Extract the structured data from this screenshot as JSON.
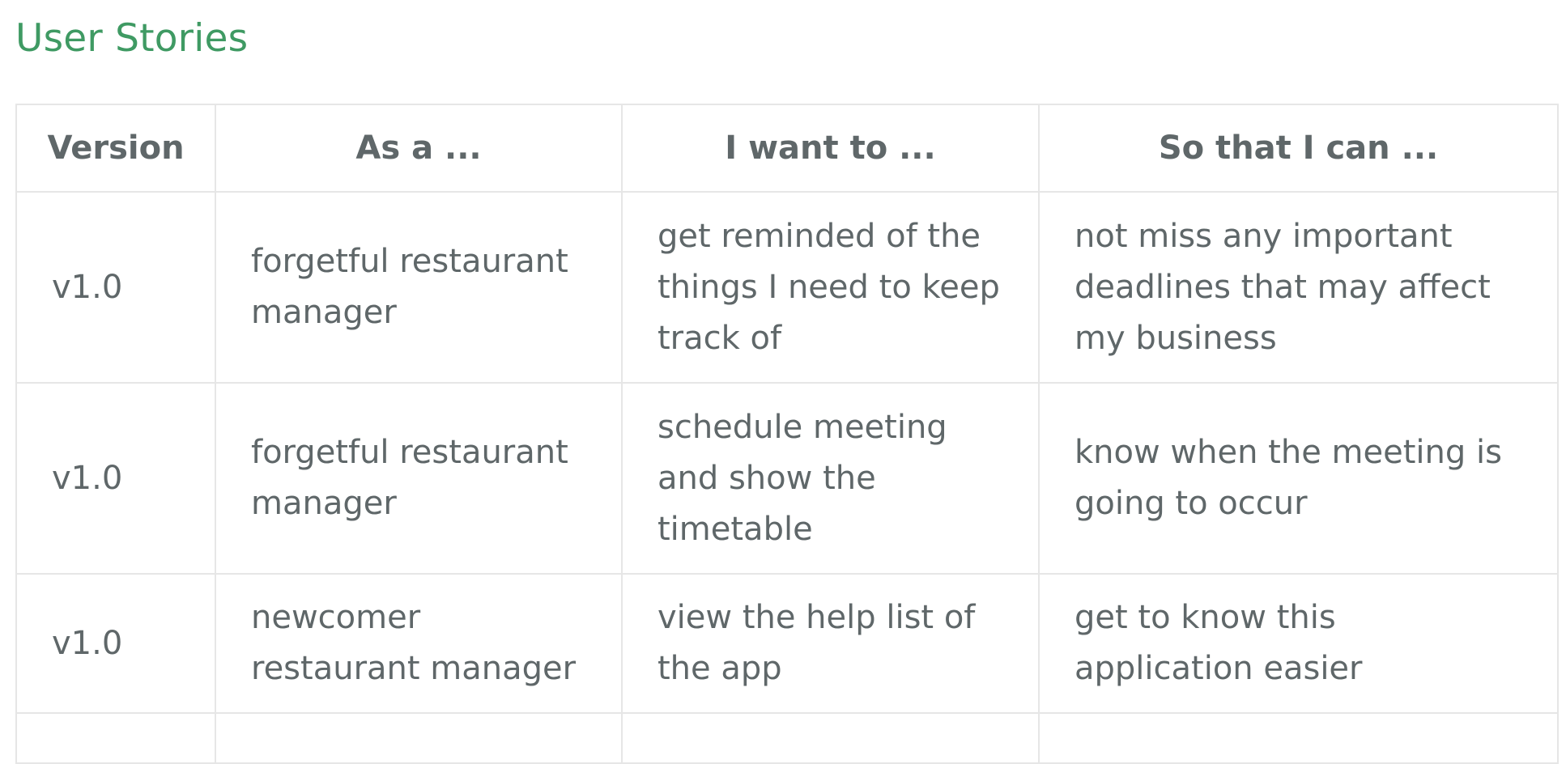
{
  "section": {
    "title": "User Stories"
  },
  "table": {
    "headers": [
      "Version",
      "As a ...",
      "I want to ...",
      "So that I can ..."
    ],
    "rows": [
      {
        "version": "v1.0",
        "role": "forgetful restaurant manager",
        "want": "get reminded of the things I need to keep track of",
        "so_that": "not miss any important deadlines that may affect my business"
      },
      {
        "version": "v1.0",
        "role": "forgetful restaurant manager",
        "want": "schedule meeting and show the timetable",
        "so_that": "know when the meeting is going to occur"
      },
      {
        "version": "v1.0",
        "role": "newcomer restaurant manager",
        "want": "view the help list of the app",
        "so_that": "get to know this application easier"
      }
    ]
  },
  "colors": {
    "title": "#3f9a63",
    "text": "#5f6769",
    "border": "#e6e6e6"
  }
}
